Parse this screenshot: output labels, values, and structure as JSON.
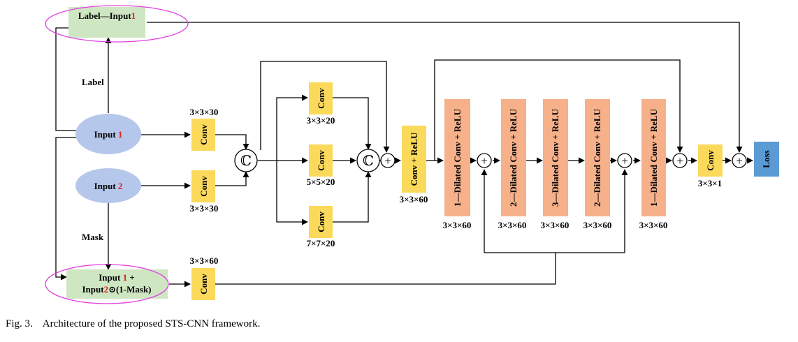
{
  "nodes": {
    "label_input1": {
      "prefix": "Label—Input",
      "suffix": "1"
    },
    "input1": {
      "prefix": "Input ",
      "suffix": "1"
    },
    "input2": {
      "prefix": "Input ",
      "suffix": "2"
    },
    "masked": {
      "line1_prefix": "Input ",
      "line1_red": "1",
      "line1_suffix": " +",
      "line2_prefix": "Input",
      "line2_red": "2",
      "line2_suffix": "⊙(1-Mask)"
    },
    "loss": "Loss"
  },
  "edge_labels": {
    "label": "Label",
    "mask": "Mask"
  },
  "blocks": {
    "conv": "Conv",
    "conv_relu": "Conv + ReLU",
    "dil1a": "1—Dilated  Conv + ReLU",
    "dil2a": "2—Dilated  Conv + ReLU",
    "dil3": "3—Dilated  Conv + ReLU",
    "dil2b": "2—Dilated  Conv + ReLU",
    "dil1b": "1—Dilated  Conv + ReLU"
  },
  "sizes": {
    "conv_in1": "3×3×30",
    "conv_in2": "3×3×30",
    "conv_mask": "3×3×60",
    "conv_a": "3×3×20",
    "conv_b": "5×5×20",
    "conv_c": "7×7×20",
    "conv_relu": "3×3×60",
    "dil1a": "3×3×60",
    "dil2a": "3×3×60",
    "dil3": "3×3×60",
    "dil2b": "3×3×60",
    "dil1b": "3×3×60",
    "final_conv": "3×3×1"
  },
  "symbols": {
    "concat": "ℂ",
    "add": "+"
  },
  "caption": {
    "fig": "Fig. 3.",
    "text": "Architecture of the proposed STS-CNN framework."
  },
  "colors": {
    "green": "#cfe6c3",
    "blue_ellipse": "#b5c7ea",
    "yellow": "#fbd95a",
    "orange": "#f6b08a",
    "loss_blue": "#5b9bd5",
    "magenta": "#e040e0"
  }
}
